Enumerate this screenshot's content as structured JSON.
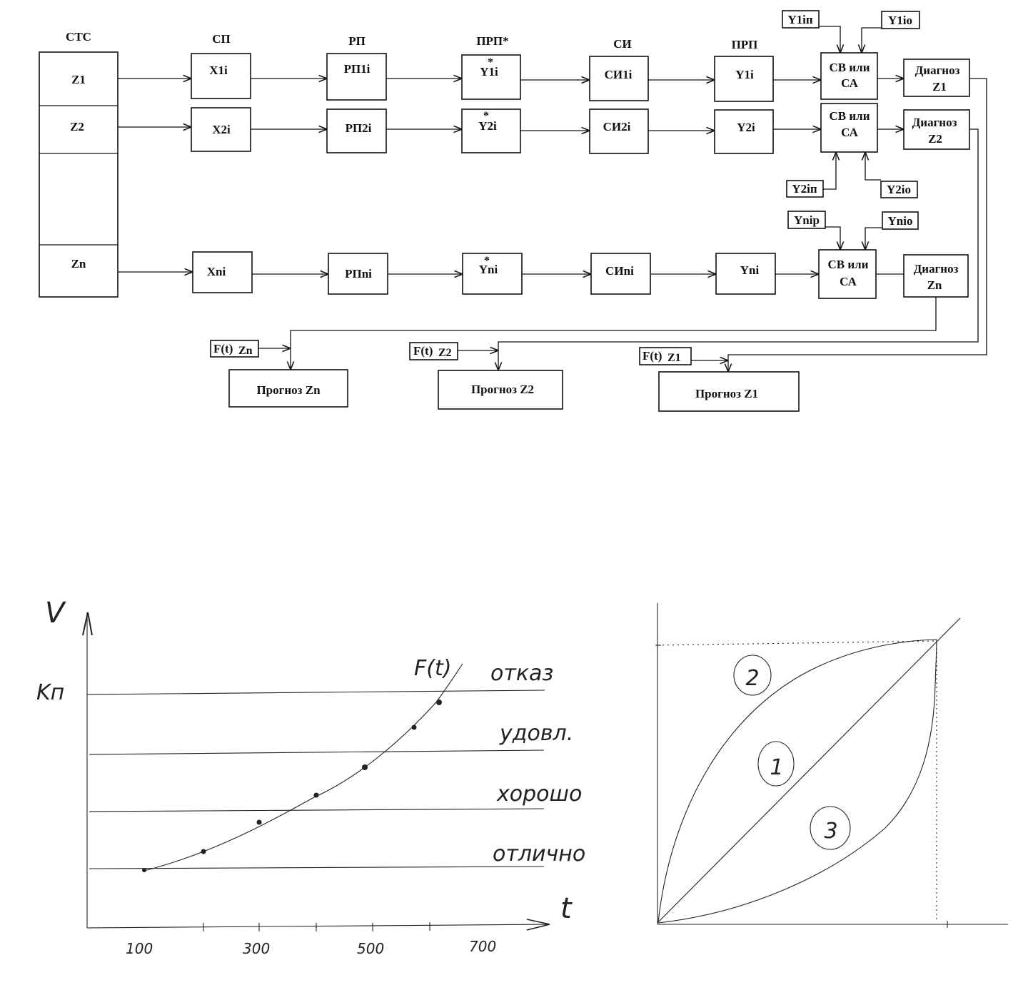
{
  "columns": {
    "stc": "СТС",
    "sp": "СП",
    "rp": "РП",
    "prp_star": "ПРП*",
    "si": "СИ",
    "prp": "ПРП"
  },
  "rows": [
    {
      "z": "Z1",
      "x": "X1i",
      "rp": "РП1i",
      "ystar": "Y1i",
      "si": "СИ1i",
      "y": "Y1i",
      "sv_line1": "СВ или",
      "sv_line2": "СА",
      "diag_line1": "Диагноз",
      "diag_line2": "Z1",
      "y_in": "Y1iп",
      "y_out": "Y1io"
    },
    {
      "z": "Z2",
      "x": "X2i",
      "rp": "РП2i",
      "ystar": "Y2i",
      "si": "СИ2i",
      "y": "Y2i",
      "sv_line1": "СВ или",
      "sv_line2": "СА",
      "diag_line1": "Диагноз",
      "diag_line2": "Z2",
      "y_in": "Y2iп",
      "y_out": "Y2io"
    },
    {
      "z": "Zn",
      "x": "Xni",
      "rp": "РПni",
      "ystar": "Yni",
      "si": "СИni",
      "y": "Yni",
      "sv_line1": "СВ или",
      "sv_line2": "СА",
      "diag_line1": "Диагноз",
      "diag_line2": "Zn",
      "y_in": "Ynip",
      "y_out": "Ynio"
    }
  ],
  "forecasts": [
    {
      "f_main": "F(t)",
      "f_sub": "Zn",
      "label": "Прогноз  Zn"
    },
    {
      "f_main": "F(t)",
      "f_sub": "Z2",
      "label": "Прогноз Z2"
    },
    {
      "f_main": "F(t)",
      "f_sub": "Z1",
      "label": "Прогноз Z1"
    }
  ],
  "graph_left": {
    "y_label_top": "V",
    "y_label": "Kп",
    "x_label": "t",
    "curve_label": "F(t)",
    "levels": [
      "отказ",
      "удовл.",
      "хорошо",
      "отлично"
    ],
    "x_ticks": [
      "100",
      "300",
      "500",
      "700"
    ]
  },
  "graph_right": {
    "curve_labels": [
      "1",
      "2",
      "3"
    ]
  }
}
